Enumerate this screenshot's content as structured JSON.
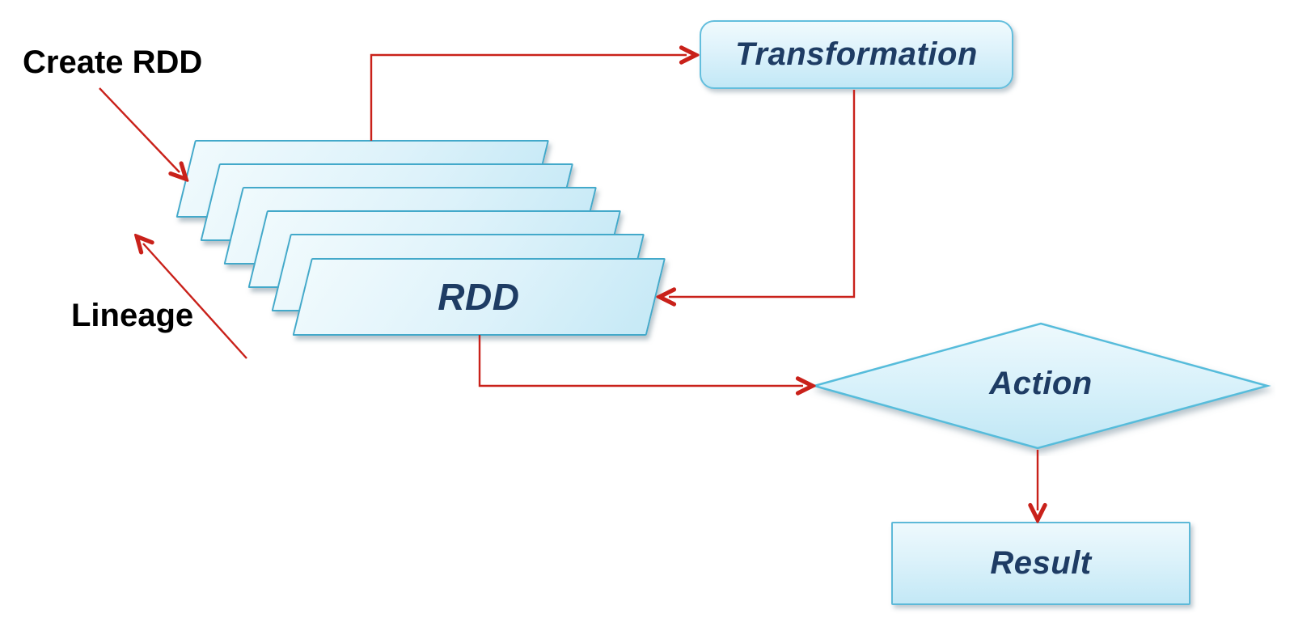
{
  "diagram": {
    "description": "RDD lineage flow diagram",
    "annotations": {
      "create_rdd": "Create RDD",
      "lineage": "Lineage"
    },
    "nodes": {
      "rdd_stack": {
        "label": "RDD",
        "layer_count": 6,
        "shape": "parallelogram-stack"
      },
      "transformation": {
        "label": "Transformation",
        "shape": "rounded-rectangle"
      },
      "action": {
        "label": "Action",
        "shape": "diamond"
      },
      "result": {
        "label": "Result",
        "shape": "rectangle"
      }
    },
    "edges": [
      {
        "from": "rdd_stack",
        "to": "transformation"
      },
      {
        "from": "transformation",
        "to": "rdd_stack"
      },
      {
        "from": "rdd_stack",
        "to": "action"
      },
      {
        "from": "action",
        "to": "result"
      },
      {
        "from": "create_rdd",
        "to": "rdd_stack",
        "kind": "annotation-arrow"
      },
      {
        "from": "rdd_stack",
        "to": "lineage",
        "kind": "annotation-arrow"
      }
    ],
    "colors": {
      "arrow_red": "#c9211a",
      "shape_border": "#43a9ca",
      "shape_fill_top": "#f0fafd",
      "shape_fill_bottom": "#c3e8f6",
      "label_navy": "#1e3c64",
      "annotation_black": "#000000"
    }
  }
}
